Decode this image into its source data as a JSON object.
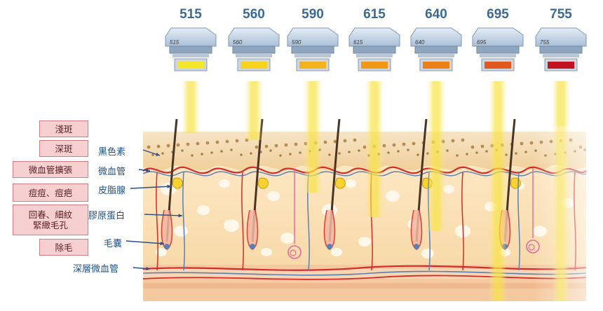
{
  "filters": [
    {
      "wavelength": "515",
      "chip": "515",
      "color": "#f4e62b"
    },
    {
      "wavelength": "560",
      "chip": "560",
      "color": "#f6d21c"
    },
    {
      "wavelength": "590",
      "chip": "590",
      "color": "#f4b21a"
    },
    {
      "wavelength": "615",
      "chip": "615",
      "color": "#f29714"
    },
    {
      "wavelength": "640",
      "chip": "640",
      "color": "#ec7f16"
    },
    {
      "wavelength": "695",
      "chip": "695",
      "color": "#e2571c"
    },
    {
      "wavelength": "755",
      "chip": "755",
      "color": "#c3121f"
    }
  ],
  "conditions": [
    {
      "text": "淺斑"
    },
    {
      "text": "深斑"
    },
    {
      "text": "微血管擴張"
    },
    {
      "text": "痘痘、痘疤"
    },
    {
      "text": "回春、細紋\n緊緻毛孔"
    },
    {
      "text": "除毛"
    }
  ],
  "layers": [
    {
      "text": "黑色素"
    },
    {
      "text": "微血管"
    },
    {
      "text": "皮脂腺"
    },
    {
      "text": "膠原蛋白"
    },
    {
      "text": "毛囊"
    },
    {
      "text": "深層微血管"
    }
  ],
  "colors": {
    "label_blue": "#3d6a92",
    "arrow_blue": "#2b4f8a",
    "condition_fill": "#f6cfd0",
    "dermis": "#fbe7c4",
    "epidermis": "#f5d7aa",
    "melanin": "#a3722e",
    "vessel_red": "#d42b2b",
    "vessel_blue": "#5a7fb4",
    "hair": "#4a3424",
    "light_beam": "#f7e34a"
  }
}
